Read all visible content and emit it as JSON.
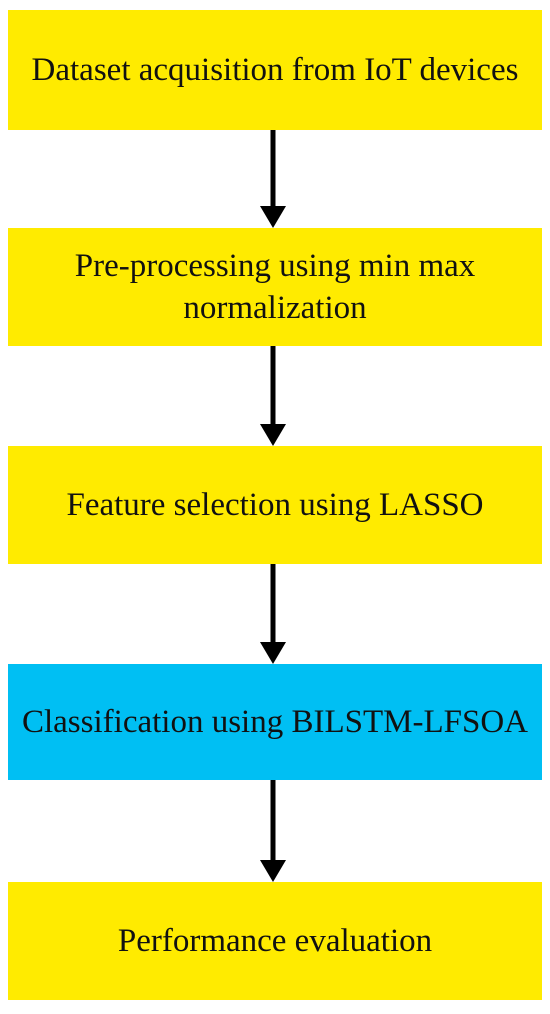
{
  "diagram": {
    "steps": [
      {
        "label": "Dataset acquisition from IoT devices",
        "color": "#FFEB00"
      },
      {
        "label": "Pre-processing using min max normalization",
        "color": "#FFEB00"
      },
      {
        "label": "Feature selection using LASSO",
        "color": "#FFEB00"
      },
      {
        "label": "Classification using BILSTM-LFSOA",
        "color": "#00BFF3"
      },
      {
        "label": "Performance evaluation",
        "color": "#FFEB00"
      }
    ],
    "arrow_color": "#000000"
  }
}
